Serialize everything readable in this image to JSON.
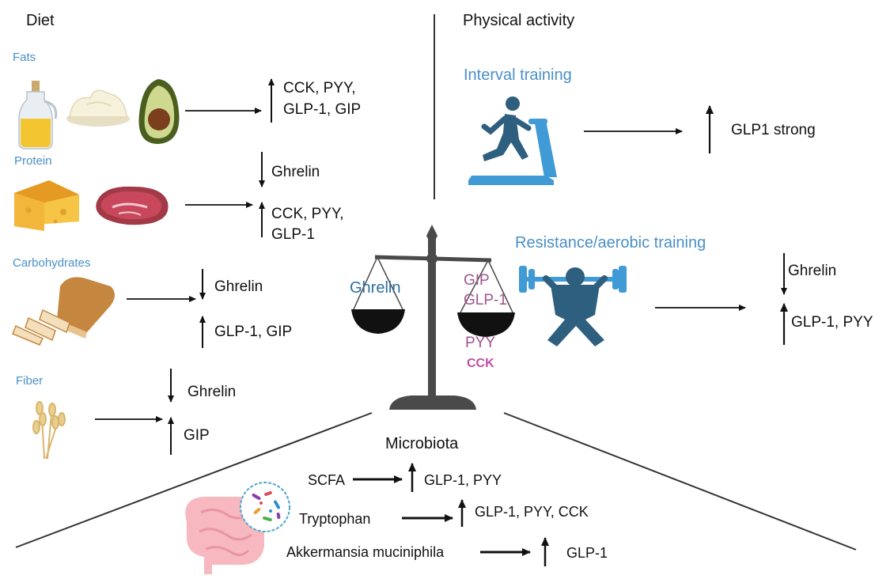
{
  "diet": {
    "heading": "Diet",
    "fats": {
      "label": "Fats",
      "effect_line1": "CCK, PYY,",
      "effect_line2": "GLP-1, GIP"
    },
    "protein": {
      "label": "Protein",
      "down": "Ghrelin",
      "up_line1": "CCK, PYY,",
      "up_line2": "GLP-1"
    },
    "carbohydrates": {
      "label": "Carbohydrates",
      "down": "Ghrelin",
      "up": "GLP-1, GIP"
    },
    "fiber": {
      "label": "Fiber",
      "down": "Ghrelin",
      "up": "GIP"
    }
  },
  "activity": {
    "heading": "Physical activity",
    "interval": {
      "label": "Interval training",
      "effect": "GLP1 strong"
    },
    "resistance": {
      "label": "Resistance/aerobic training",
      "down": "Ghrelin",
      "up": "GLP-1, PYY"
    }
  },
  "balance": {
    "left": "Ghrelin",
    "right": [
      "GIP",
      "GLP-1",
      "PYY",
      "CCK"
    ]
  },
  "microbiota": {
    "heading": "Microbiota",
    "rows": [
      {
        "source": "SCFA",
        "effect": "GLP-1, PYY"
      },
      {
        "source": "Tryptophan",
        "effect": "GLP-1, PYY, CCK"
      },
      {
        "source": "Akkermansia muciniphila",
        "effect": "GLP-1"
      }
    ]
  },
  "colors": {
    "label_blue": "#4a90c8",
    "hormone_purple": "#a0548e",
    "cck_pink": "#c24fa3",
    "scale_gray": "#4a4a4a",
    "figure_blue": "#2e5f7e",
    "equipment_blue": "#3f9ad6"
  },
  "icons": [
    "oil-bottle-icon",
    "mayonnaise-icon",
    "avocado-icon",
    "cheese-icon",
    "steak-icon",
    "bread-icon",
    "wheat-icon",
    "treadmill-runner-icon",
    "weightlifter-icon",
    "balance-scale-icon",
    "intestine-icon",
    "bacteria-icon"
  ]
}
